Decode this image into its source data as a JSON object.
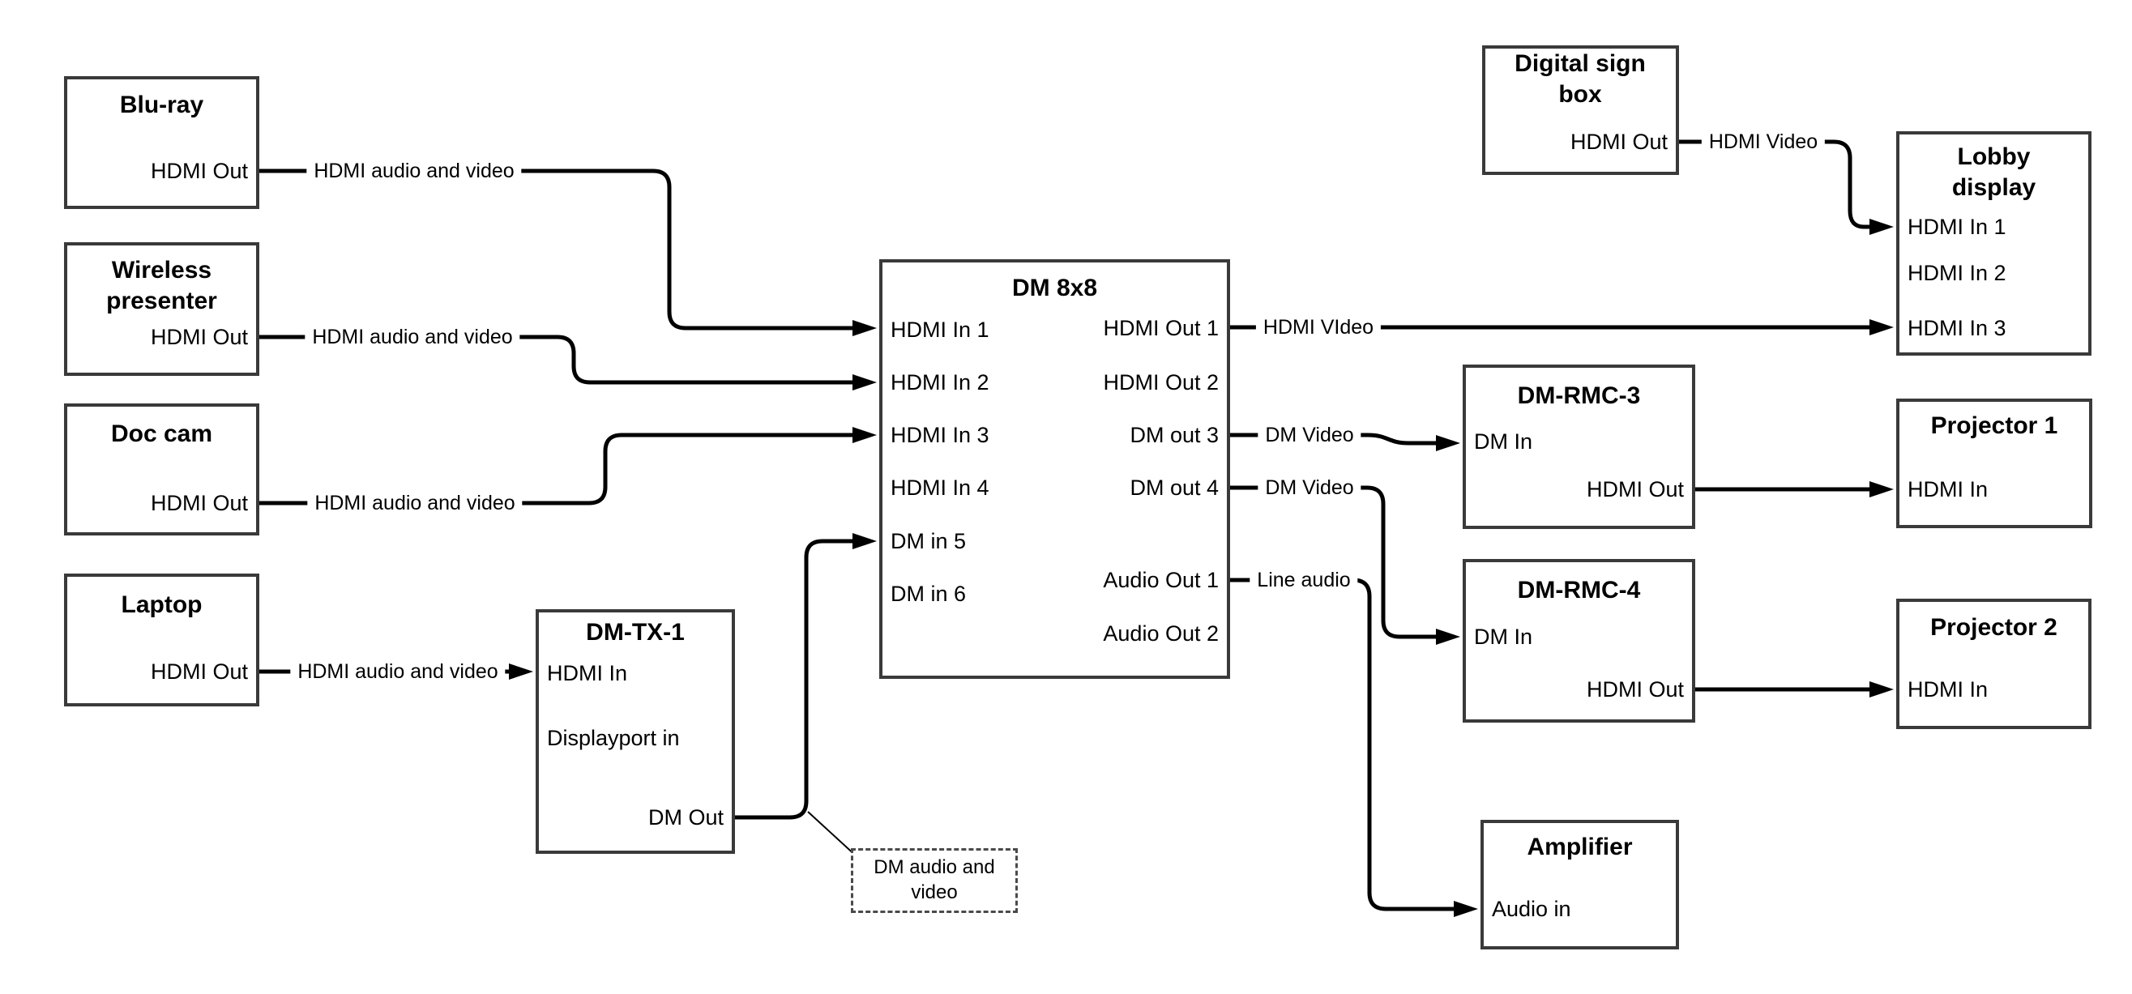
{
  "colors": {
    "background": "#ffffff",
    "wire": "#000000",
    "box_border": "#3a3a3a",
    "text": "#000000"
  },
  "nodes": {
    "bluray": {
      "title": "Blu-ray",
      "port_hdmi_out": "HDMI Out"
    },
    "wireless_presenter": {
      "title": "Wireless presenter",
      "port_hdmi_out": "HDMI Out"
    },
    "doc_cam": {
      "title": "Doc cam",
      "port_hdmi_out": "HDMI Out"
    },
    "laptop": {
      "title": "Laptop",
      "port_hdmi_out": "HDMI Out"
    },
    "dm_tx_1": {
      "title": "DM-TX-1",
      "port_hdmi_in": "HDMI In",
      "port_displayport_in": "Displayport in",
      "port_dm_out": "DM Out"
    },
    "dm_8x8": {
      "title": "DM 8x8",
      "inputs": [
        "HDMI In 1",
        "HDMI In 2",
        "HDMI In 3",
        "HDMI In 4",
        "DM in 5",
        "DM in 6"
      ],
      "outputs": [
        "HDMI Out 1",
        "HDMI Out 2",
        "DM out 3",
        "DM out 4",
        "Audio Out 1",
        "Audio Out 2"
      ]
    },
    "digital_sign_box": {
      "title": "Digital sign box",
      "port_hdmi_out": "HDMI Out"
    },
    "lobby_display": {
      "title": "Lobby display",
      "inputs": [
        "HDMI In 1",
        "HDMI In 2",
        "HDMI In 3"
      ]
    },
    "dm_rmc_3": {
      "title": "DM-RMC-3",
      "port_dm_in": "DM In",
      "port_hdmi_out": "HDMI Out"
    },
    "projector_1": {
      "title": "Projector 1",
      "port_hdmi_in": "HDMI In"
    },
    "dm_rmc_4": {
      "title": "DM-RMC-4",
      "port_dm_in": "DM In",
      "port_hdmi_out": "HDMI Out"
    },
    "projector_2": {
      "title": "Projector 2",
      "port_hdmi_in": "HDMI In"
    },
    "amplifier": {
      "title": "Amplifier",
      "port_audio_in": "Audio in"
    }
  },
  "edge_labels": {
    "bluray_to_dm8x8": "HDMI audio and video",
    "wireless_to_dm8x8": "HDMI audio and video",
    "doc_cam_to_dm8x8": "HDMI audio and video",
    "laptop_to_dmtx1": "HDMI audio and video",
    "hdmi_out_1": "HDMI VIdeo",
    "dm_out_3": "DM Video",
    "dm_out_4": "DM Video",
    "audio_out_1": "Line audio",
    "digital_sign_to_lobby": "HDMI Video"
  },
  "annotation": {
    "text": "DM audio and video"
  }
}
